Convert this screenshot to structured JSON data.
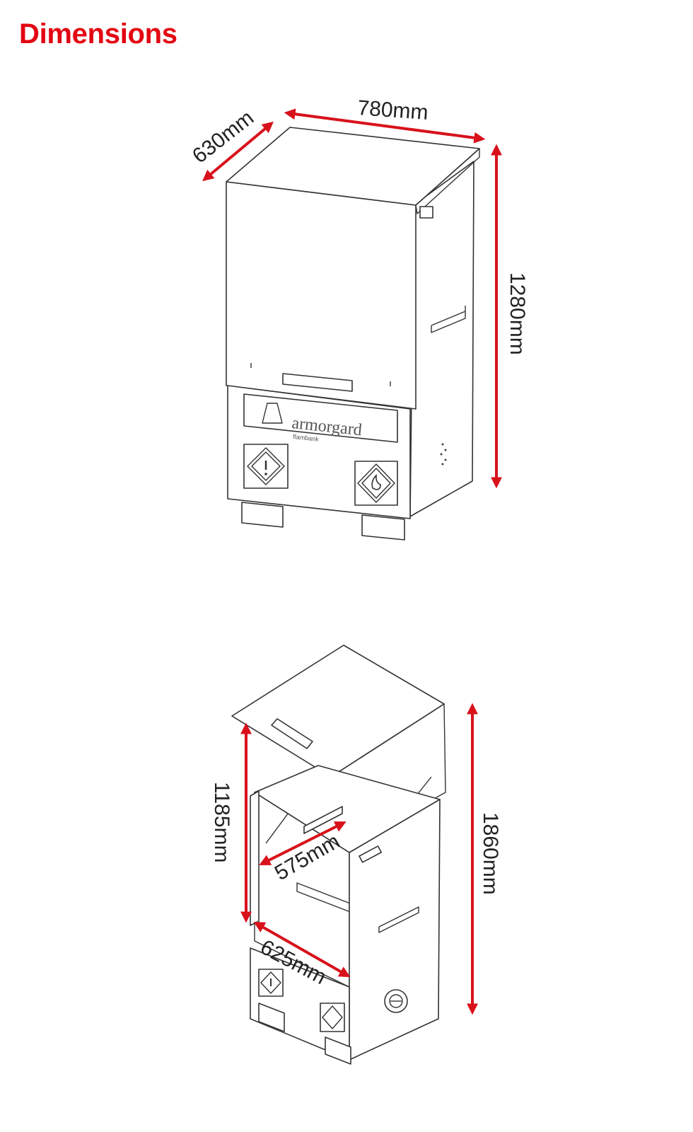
{
  "page": {
    "title": "Dimensions",
    "accent_color": "#e30613"
  },
  "closed_view": {
    "brand_name": "armorgard",
    "product_name": "flambank",
    "dimensions": {
      "depth": "630mm",
      "width": "780mm",
      "height": "1280mm"
    }
  },
  "open_view": {
    "dimensions": {
      "opening_height": "1185mm",
      "total_height": "1860mm",
      "inner_width": "575mm",
      "inner_depth": "625mm"
    }
  },
  "icons": [
    "warning-diamond-icon",
    "flammable-diamond-icon"
  ]
}
